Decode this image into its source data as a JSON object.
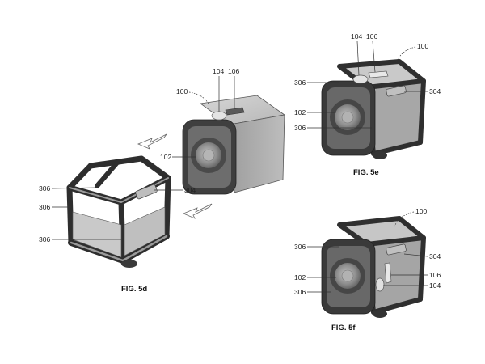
{
  "figures": {
    "d": {
      "caption": "FIG. 5d"
    },
    "e": {
      "caption": "FIG. 5e"
    },
    "f": {
      "caption": "FIG. 5f"
    }
  },
  "labels": {
    "cube_d": {
      "housing": "100",
      "lens": "102",
      "button": "104",
      "slot": "106"
    },
    "frame_d": {
      "edge_top": "306",
      "edge_mid": "306",
      "edge_low": "306",
      "side": "304"
    },
    "fig_e": {
      "housing": "100",
      "lens": "102",
      "button": "104",
      "slot": "106",
      "edge_top": "306",
      "edge_low": "306",
      "side": "304"
    },
    "fig_f": {
      "housing": "100",
      "lens": "102",
      "button": "104",
      "slot": "106",
      "edge_top": "306",
      "edge_low": "306",
      "side": "304"
    }
  },
  "colors": {
    "body_light": "#a9a9a9",
    "body_mid": "#8c8c8c",
    "frame_dark": "#3a3a3a",
    "lens_ring": "#555555",
    "lens_core": "#9a9a9a"
  },
  "icons": [
    "arrow-left-down-icon",
    "arrow-left-down-icon"
  ]
}
